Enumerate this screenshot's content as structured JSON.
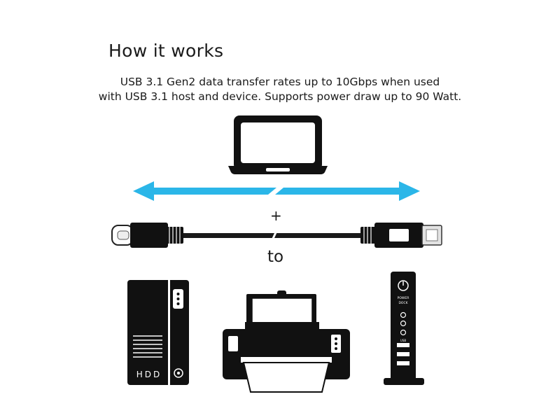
{
  "heading": "How it works",
  "description": {
    "line1": "USB 3.1 Gen2 data transfer rates up to 10Gbps when used",
    "line2": "with USB 3.1 host and device. Supports power draw up to 90 Watt."
  },
  "connector_plus": "+",
  "connector_to": "to",
  "hdd_label": "HDD",
  "dock_labels": {
    "top": "POWER",
    "sub": "DOCK",
    "usb": "USB"
  },
  "colors": {
    "arrow": "#2bb6e8",
    "device": "#111111",
    "cable": "#1a1a1a",
    "connector": "#c9c9c9"
  },
  "icons": [
    "laptop-icon",
    "bidirectional-arrow-icon",
    "usb-c-to-usb-b-cable-icon",
    "hdd-enclosure-icon",
    "printer-icon",
    "docking-station-icon"
  ]
}
